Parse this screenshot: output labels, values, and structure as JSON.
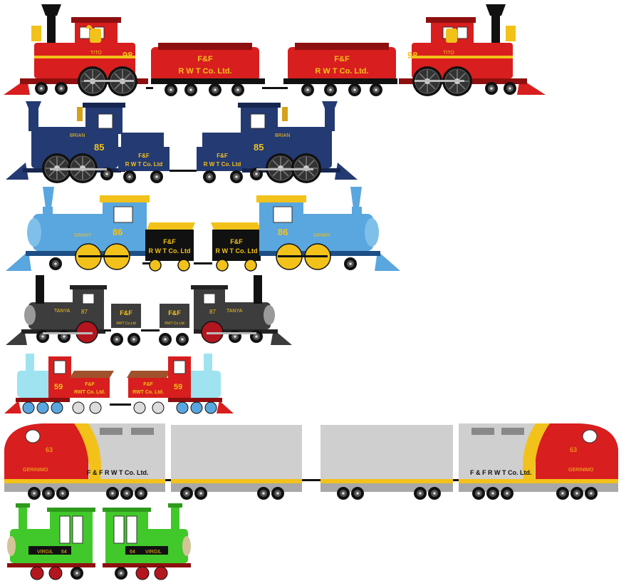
{
  "tender_text": {
    "line1": "F&F",
    "line2_big": "R W T Co. Ltd.",
    "line2_small": "R W T Co. Ltd",
    "line2_tiny": "RWT Co.Ltd"
  },
  "row1": {
    "engine_name": "TITO",
    "engine_number": "98"
  },
  "row2": {
    "engine_name": "BRIAN",
    "engine_number": "85"
  },
  "row3": {
    "engine_name": "DANNY",
    "engine_number": "86"
  },
  "row4": {
    "engine_name": "TANYA",
    "engine_number": "87"
  },
  "row5": {
    "engine_number": "59",
    "tender_line1": "F&F",
    "tender_line2": "RWT Co. Ltd."
  },
  "row6": {
    "engine_name": "GERINIMO",
    "engine_number": "63",
    "car_text": "F & F R W T Co. Ltd."
  },
  "row7": {
    "engine_name": "VIRGIL",
    "engine_number": "64"
  },
  "colors": {
    "red": "#d81e1e",
    "dark_red": "#8e0f0f",
    "gold": "#f2c21a",
    "navy": "#243a73",
    "blue": "#5aa6df",
    "dark_grey": "#3d3d3d",
    "light_blue": "#9fe3f0",
    "silver": "#cfcfcf",
    "green": "#41c82a",
    "black": "#111111"
  }
}
